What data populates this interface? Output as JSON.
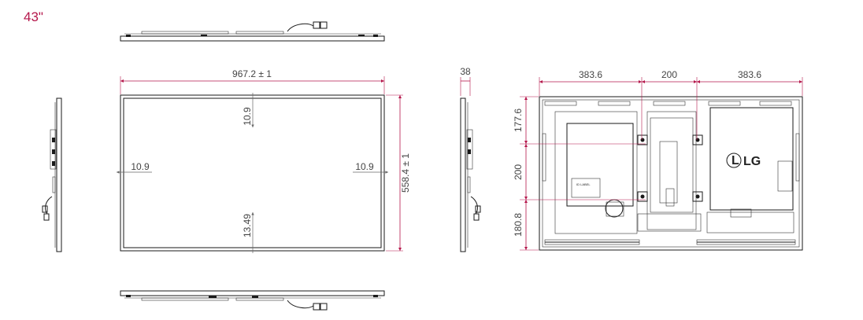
{
  "size_label": "43\"",
  "front": {
    "width": "967.2 ± 1",
    "height": "558.4 ± 1",
    "bezel_top": "10.9",
    "bezel_left": "10.9",
    "bezel_right": "10.9",
    "bezel_bottom": "13.49"
  },
  "side": {
    "depth": "38"
  },
  "rear": {
    "horizontal": [
      "383.6",
      "200",
      "383.6"
    ],
    "vertical": [
      "177.6",
      "200",
      "180.8"
    ],
    "logo": "LG",
    "label_text": "ID LABEL"
  },
  "colors": {
    "accent": "#b5174b",
    "line": "#1a1a1a"
  }
}
